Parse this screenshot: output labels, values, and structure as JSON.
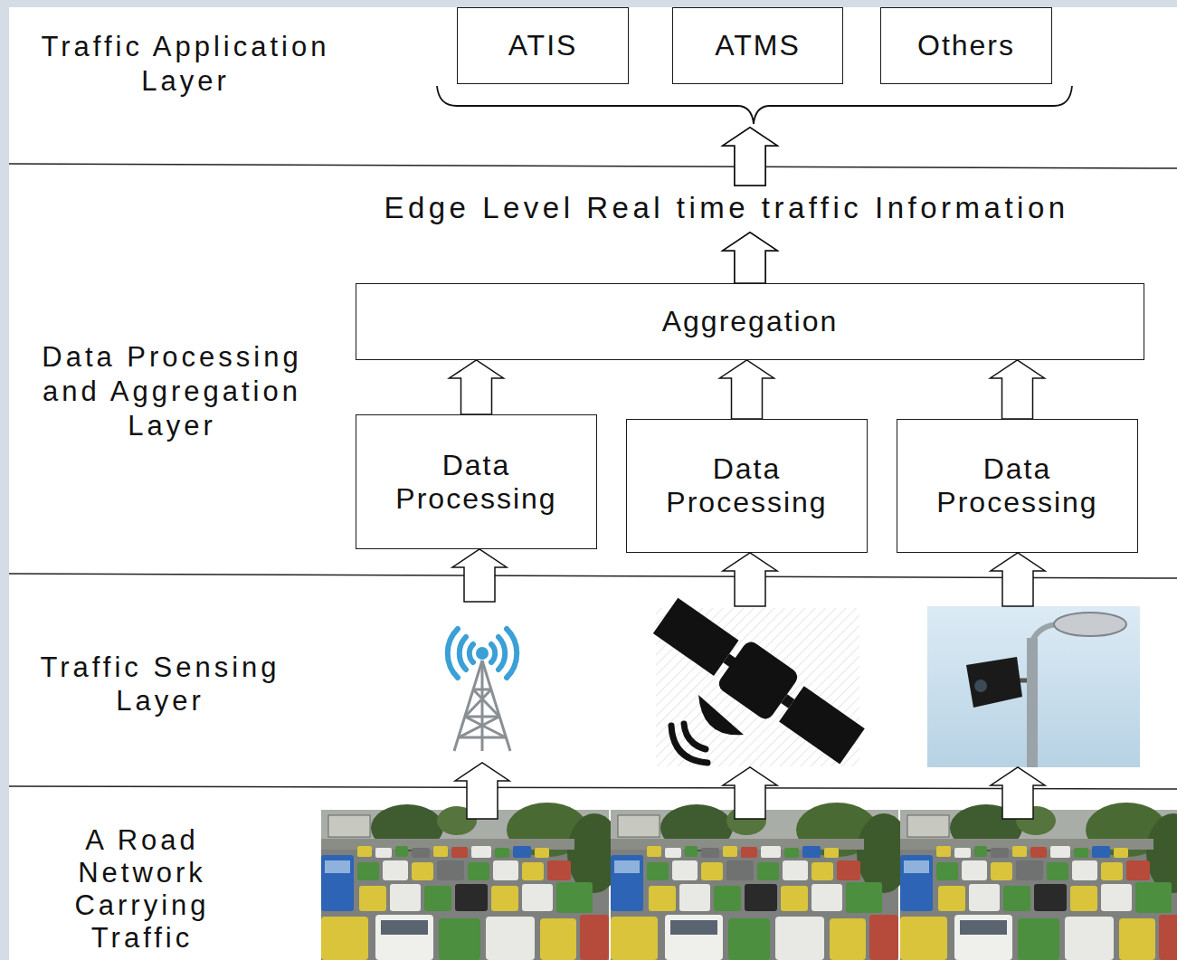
{
  "diagram": {
    "nodes": [
      {
        "text": [
          "ATIS"
        ]
      },
      {
        "text": [
          "ATMS"
        ]
      },
      {
        "text": [
          "Others"
        ]
      },
      {
        "text": [
          "Aggregation"
        ]
      },
      {
        "text": [
          "Data Processing"
        ]
      },
      {
        "text": [
          "Data Processing"
        ]
      },
      {
        "text": [
          "Data Processing"
        ]
      }
    ],
    "edges": [
      {
        "from": 4,
        "to": 3,
        "arrow": "to"
      },
      {
        "from": 5,
        "to": 3,
        "arrow": "to"
      },
      {
        "from": 6,
        "to": 3,
        "arrow": "to"
      },
      {
        "from": 3,
        "to": 0,
        "arrow": "to"
      },
      {
        "from": 3,
        "to": 1,
        "arrow": "to"
      },
      {
        "from": 3,
        "to": 2,
        "arrow": "to"
      }
    ],
    "labels": [
      "Traffic Application Layer",
      "Edge Level Real time traffic Information",
      "Data Processing and Aggregation Layer",
      "Traffic Sensing Layer",
      "A Road Network Carrying Traffic"
    ]
  }
}
